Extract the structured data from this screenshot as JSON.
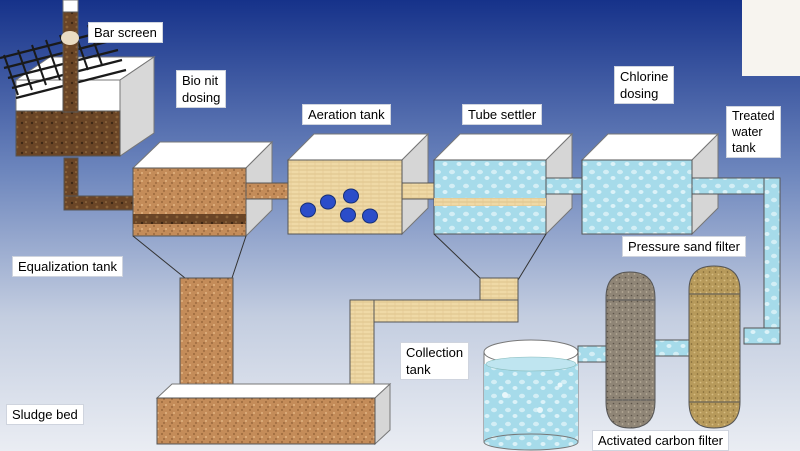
{
  "labels": {
    "bar_screen": "Bar screen",
    "bio_nit_line1": "Bio nit",
    "bio_nit_line2": "dosing",
    "aeration_tank": "Aeration tank",
    "tube_settler": "Tube settler",
    "chlorine_line1": "Chlorine",
    "chlorine_line2": "dosing",
    "treated_line1": "Treated",
    "treated_line2": "water",
    "treated_line3": "tank",
    "equalization_tank": "Equalization tank",
    "pressure_sand_filter": "Pressure sand filter",
    "collection_line1": "Collection",
    "collection_line2": "tank",
    "sludge_bed": "Sludge bed",
    "activated_carbon_filter": "Activated carbon filter"
  },
  "colors": {
    "background_top": "#16328a",
    "background_bottom": "#eaedf3",
    "soil": "#6b4626",
    "sand": "#c18a58",
    "light_sand": "#edd9a8",
    "water": "#a5d9ea",
    "bubble": "#2b4dc9"
  },
  "icons": [
    "bar-screen-icon",
    "air-bubble-icon",
    "water-droplet-icon"
  ]
}
